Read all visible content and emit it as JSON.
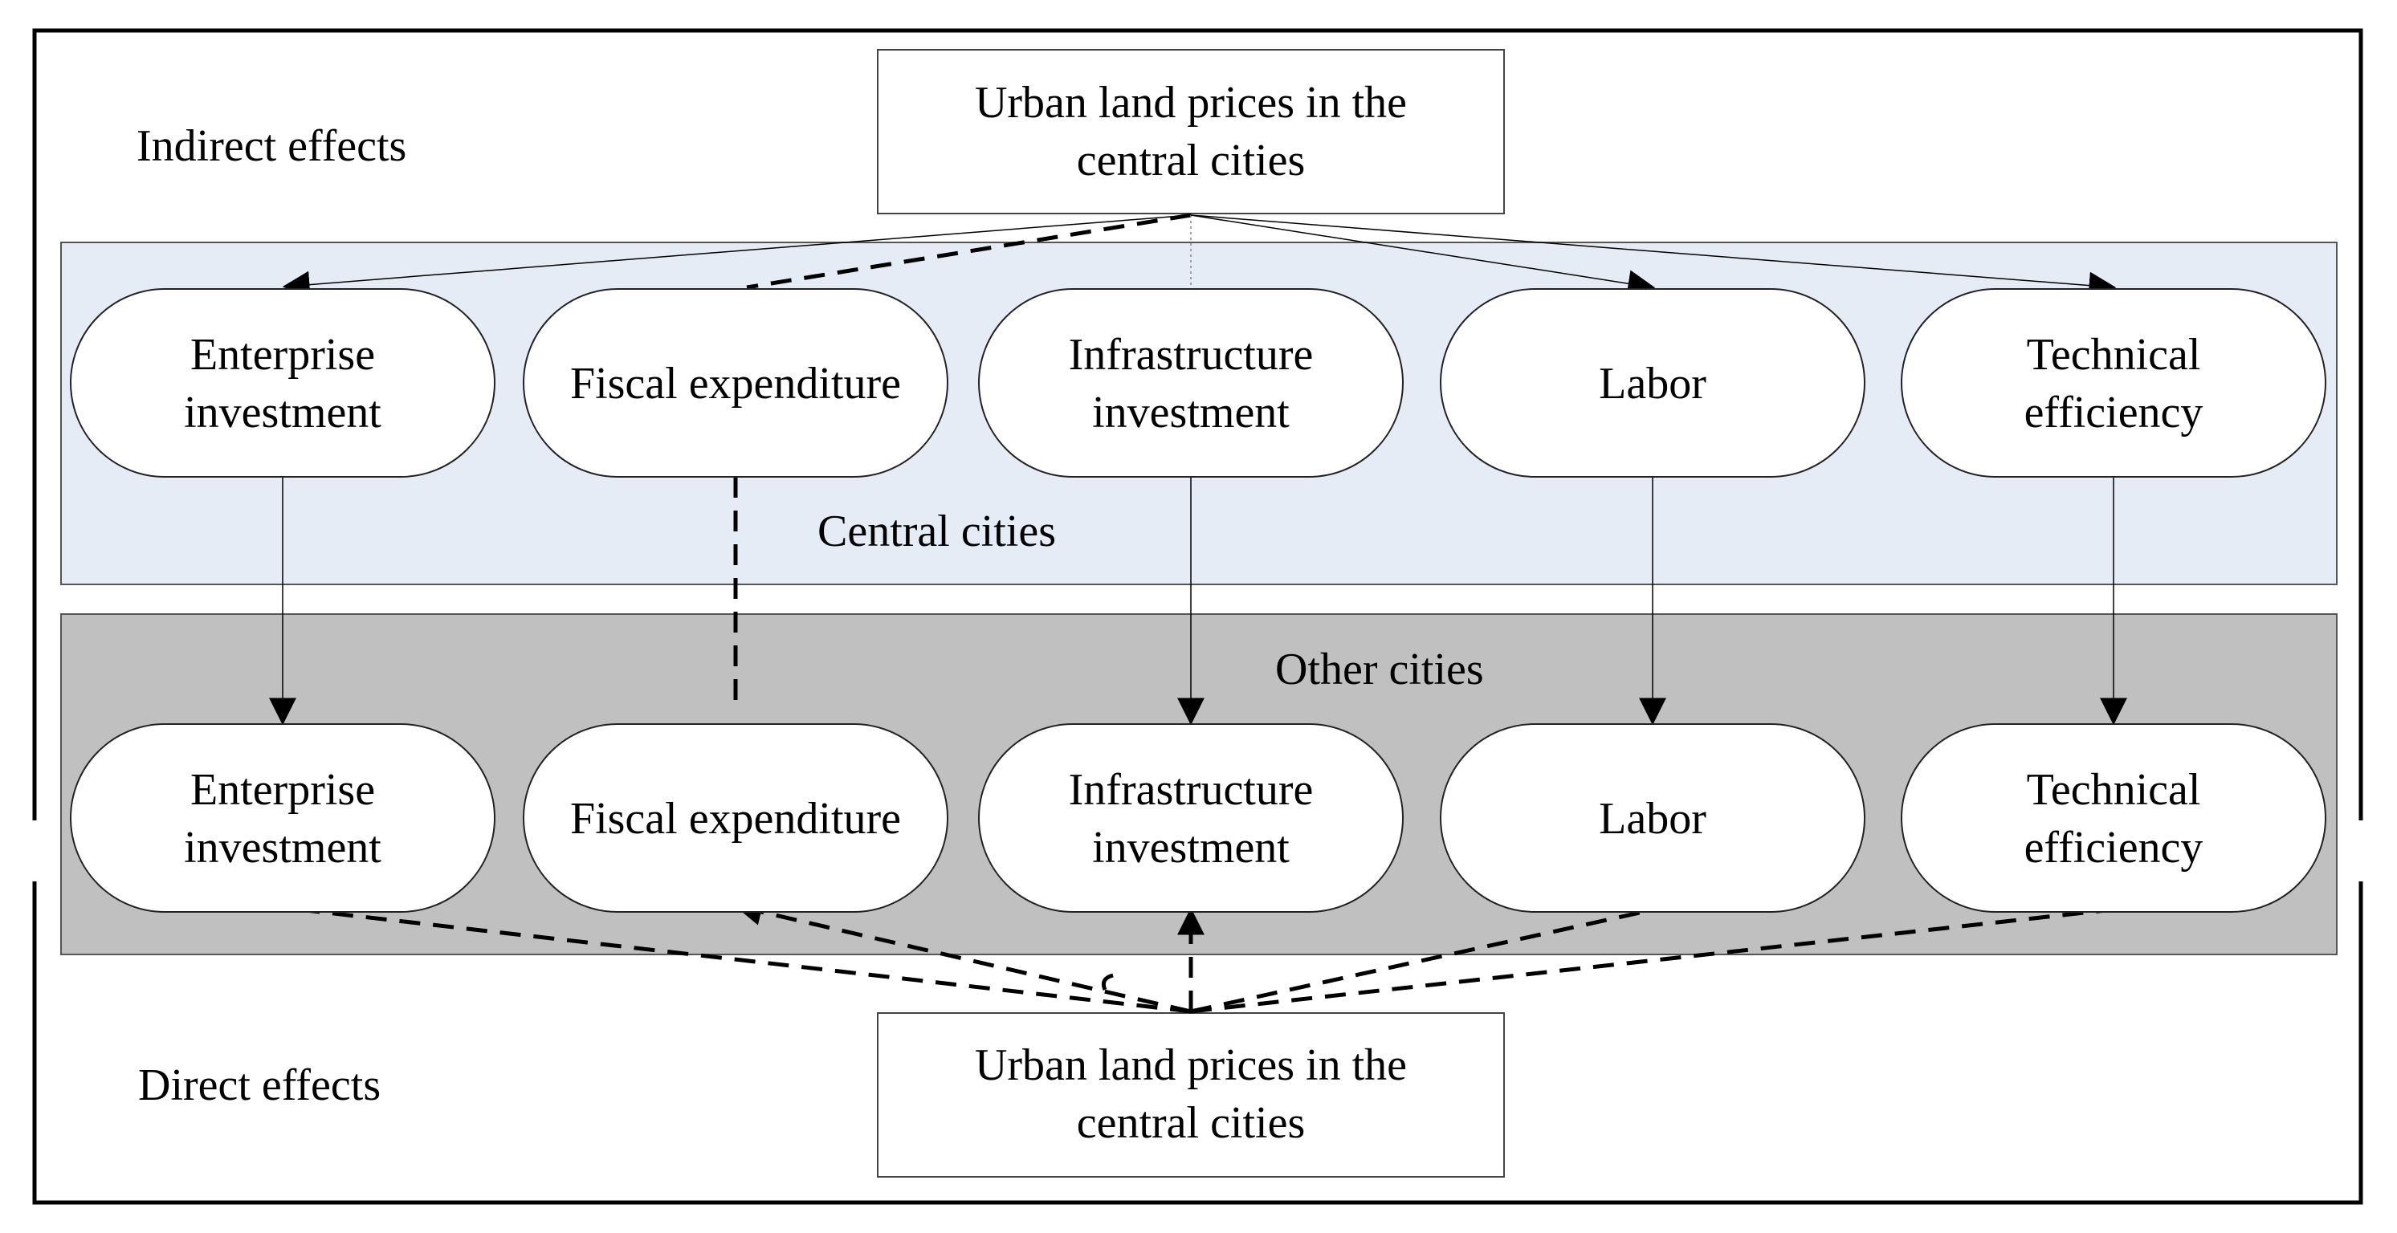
{
  "labels": {
    "indirect": "Indirect effects",
    "direct": "Direct effects",
    "central": "Central cities",
    "other": "Other cities"
  },
  "source_box_top": [
    "Urban land prices in the",
    "central cities"
  ],
  "source_box_bottom": [
    "Urban land prices in the",
    "central cities"
  ],
  "central_nodes": [
    {
      "id": "enterprise",
      "lines": [
        "Enterprise",
        "investment"
      ]
    },
    {
      "id": "fiscal",
      "lines": [
        "Fiscal expenditure"
      ]
    },
    {
      "id": "infrastructure",
      "lines": [
        "Infrastructure",
        "investment"
      ]
    },
    {
      "id": "labor",
      "lines": [
        "Labor"
      ]
    },
    {
      "id": "technical",
      "lines": [
        "Technical",
        "efficiency"
      ]
    }
  ],
  "other_nodes": [
    {
      "id": "enterprise",
      "lines": [
        "Enterprise",
        "investment"
      ]
    },
    {
      "id": "fiscal",
      "lines": [
        "Fiscal expenditure"
      ]
    },
    {
      "id": "infrastructure",
      "lines": [
        "Infrastructure",
        "investment"
      ]
    },
    {
      "id": "labor",
      "lines": [
        "Labor"
      ]
    },
    {
      "id": "technical",
      "lines": [
        "Technical",
        "efficiency"
      ]
    }
  ],
  "colors": {
    "central_region": "#e6ecf6",
    "other_region": "#c0c0c0",
    "stroke": "#000000",
    "node_fill": "#ffffff"
  }
}
